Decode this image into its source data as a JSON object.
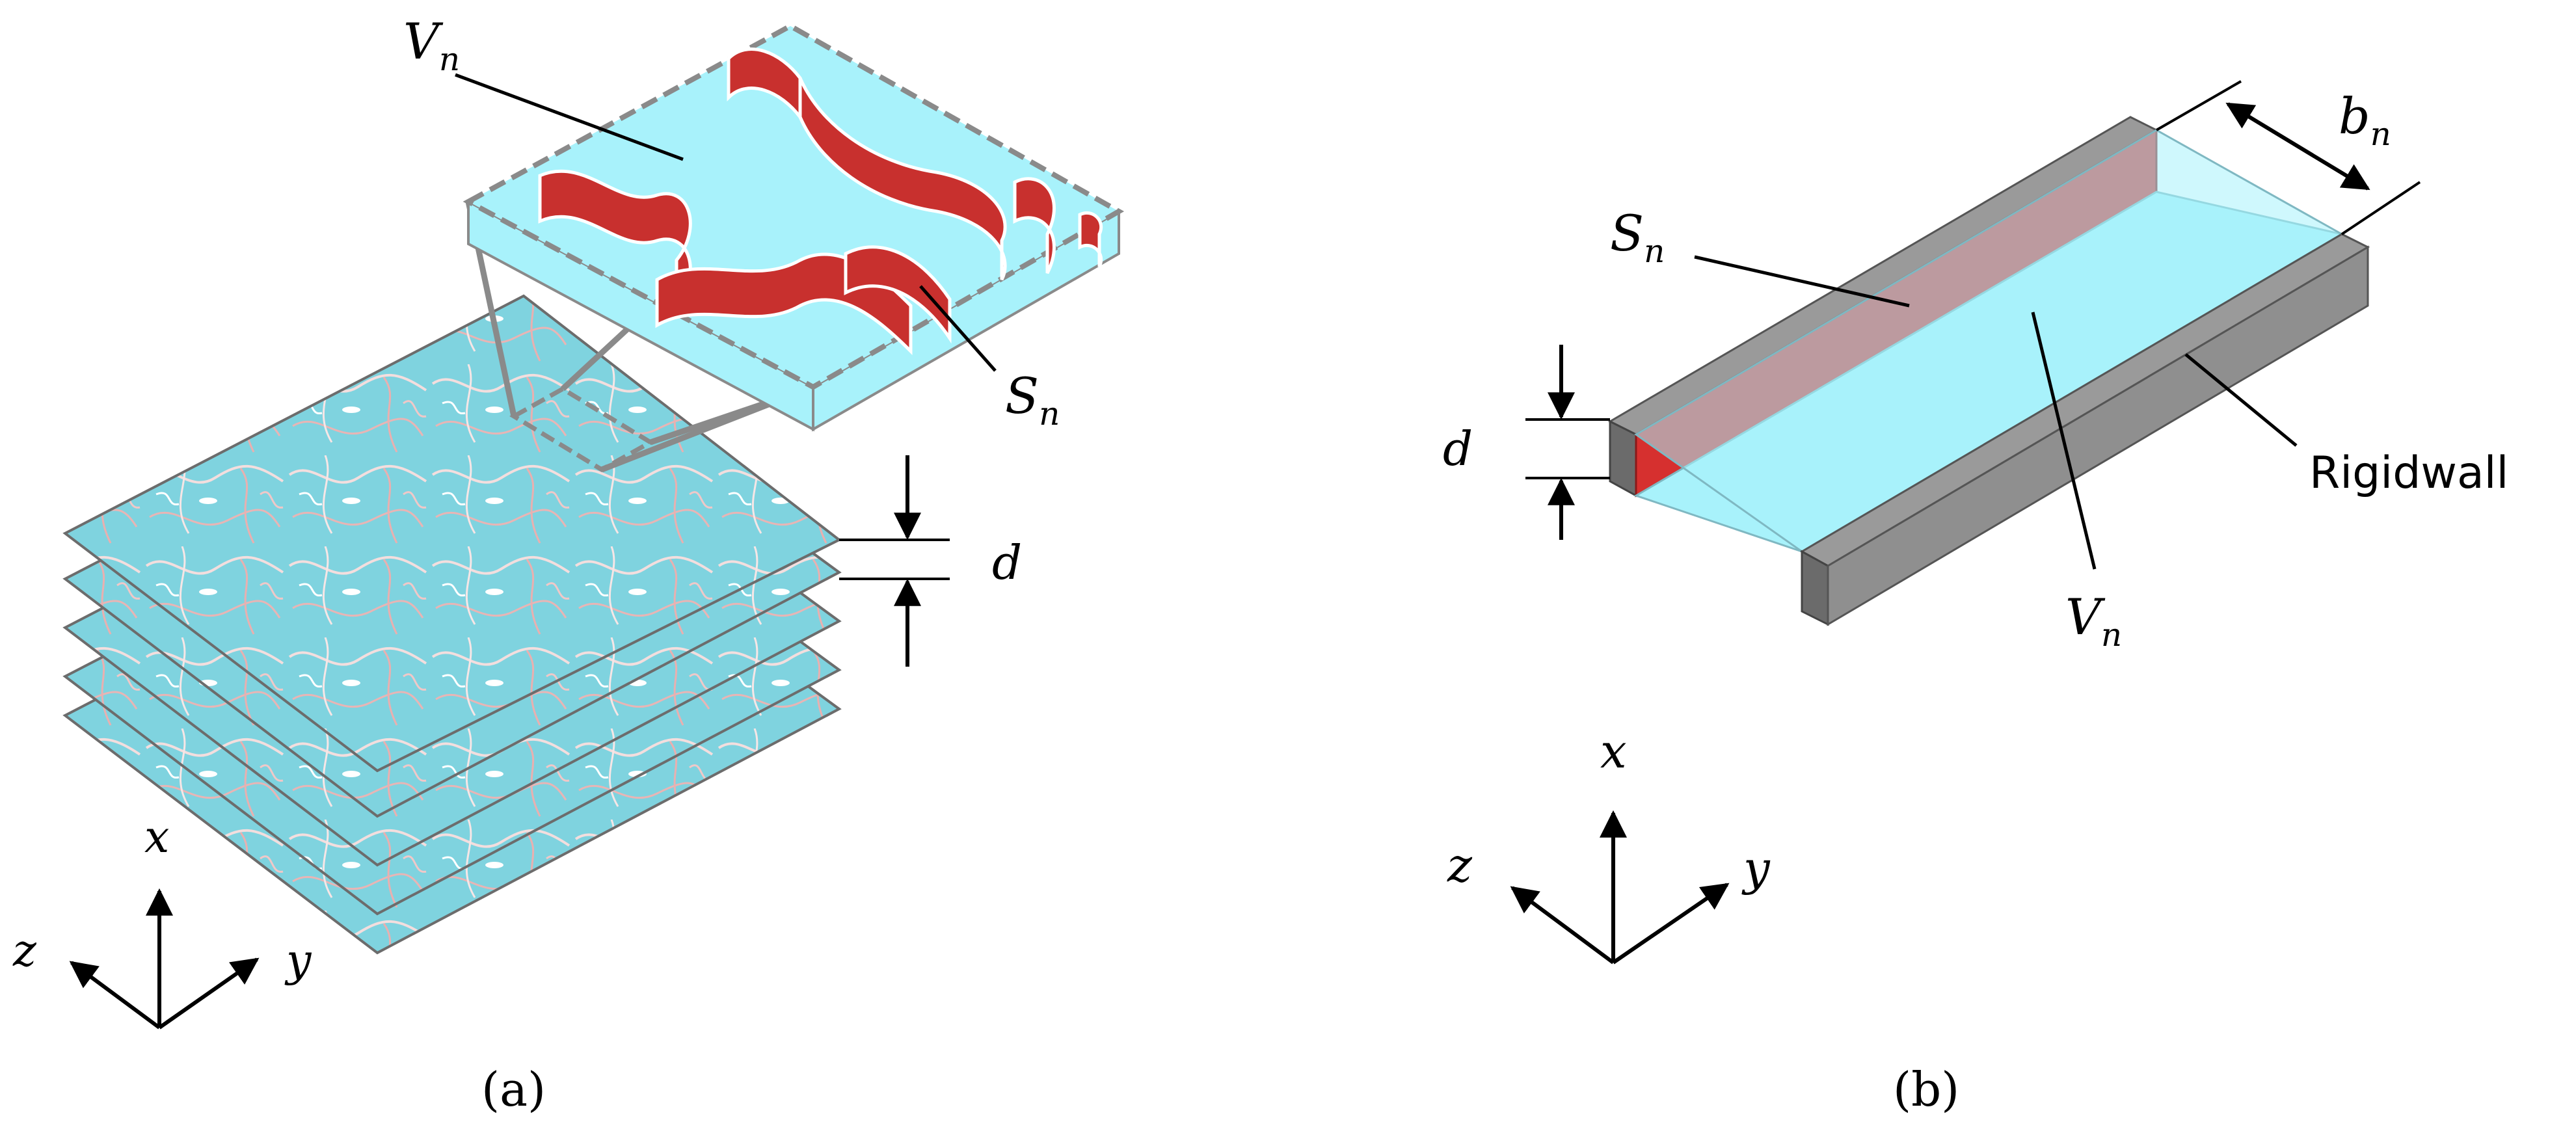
{
  "panel_a": {
    "caption": "(a)",
    "labels": {
      "volume": "V",
      "volume_sub": "n",
      "surface": "S",
      "surface_sub": "n",
      "thickness": "d"
    },
    "axes": {
      "x": "x",
      "y": "y",
      "z": "z"
    },
    "colors": {
      "fluid": "#7fd3df",
      "fluid_light": "#a8f2fb",
      "solid": "#c8302e",
      "solid_side": "#e9a8a8",
      "frame": "#7a7a7a"
    }
  },
  "panel_b": {
    "caption": "(b)",
    "labels": {
      "surface": "S",
      "surface_sub": "n",
      "volume": "V",
      "volume_sub": "n",
      "width": "b",
      "width_sub": "n",
      "thickness": "d",
      "wall": "Rigidwall"
    },
    "axes": {
      "x": "x",
      "y": "y",
      "z": "z"
    },
    "colors": {
      "fluid": "#a8f2fb",
      "solid": "#d6302f",
      "wall": "#8f8f8f",
      "wall_dark": "#6b6b6b"
    }
  }
}
